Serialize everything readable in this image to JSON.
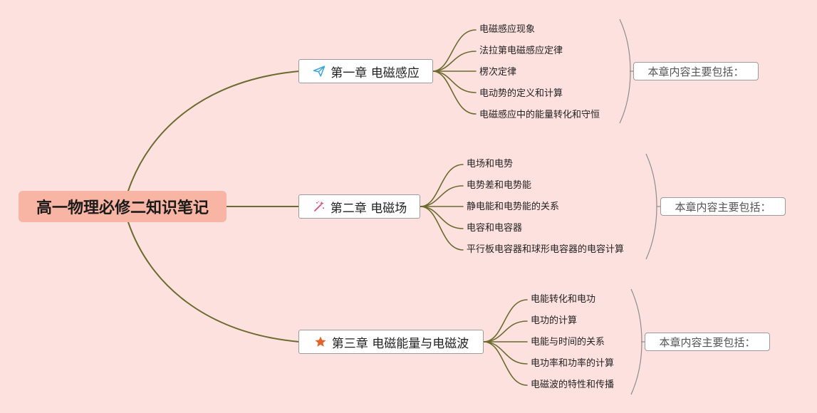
{
  "root": {
    "title": "高一物理必修二知识笔记"
  },
  "chapters": [
    {
      "title": "第一章 电磁感应",
      "icon": "paper-plane-icon",
      "items": [
        "电磁感应现象",
        "法拉第电磁感应定律",
        "楞次定律",
        "电动势的定义和计算",
        "电磁感应中的能量转化和守恒"
      ],
      "summary": "本章内容主要包括："
    },
    {
      "title": "第二章 电磁场",
      "icon": "magic-wand-icon",
      "items": [
        "电场和电势",
        "电势差和电势能",
        "静电能和电势能的关系",
        "电容和电容器",
        "平行板电容器和球形电容器的电容计算"
      ],
      "summary": "本章内容主要包括："
    },
    {
      "title": "第三章 电磁能量与电磁波",
      "icon": "star-icon",
      "items": [
        "电能转化和电功",
        "电功的计算",
        "电能与时间的关系",
        "电功率和功率的计算",
        "电磁波的特性和传播"
      ],
      "summary": "本章内容主要包括："
    }
  ],
  "colors": {
    "background": "#fde1df",
    "root_fill": "#f8b5a3",
    "connector": "#6b6b2e",
    "bracket": "#8d8d8d",
    "icon_plane": "#3aa6d8",
    "icon_wand": "#e0487a",
    "icon_star": "#e0632a"
  }
}
